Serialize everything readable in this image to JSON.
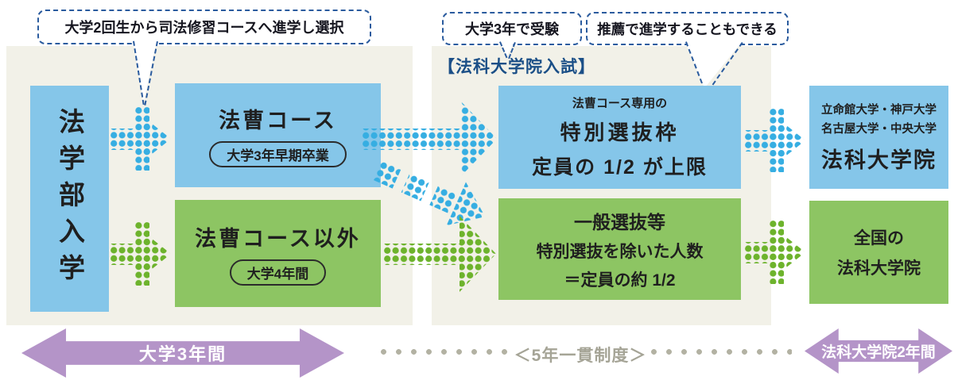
{
  "bubbles": {
    "select": "大学2回生から司法修習コースへ進学し選択",
    "exam": "大学3年で受験",
    "recommend": "推薦で進学することもできる"
  },
  "heading": "【法科大学院入試】",
  "entry_box": {
    "title": "法学部入学"
  },
  "course_boxes": {
    "law": {
      "title": "法曹コース",
      "badge": "大学3年早期卒業"
    },
    "other": {
      "title": "法曹コース以外",
      "badge": "大学4年間"
    }
  },
  "selection_boxes": {
    "special": {
      "lines": [
        "法曹コース専用の",
        "特別選抜枠",
        "定員の 1/2 が上限"
      ]
    },
    "general": {
      "lines": [
        "一般選抜等",
        "特別選抜を除いた人数",
        "＝定員の約 1/2"
      ]
    }
  },
  "school_boxes": {
    "partner": {
      "lines": [
        "立命館大学・神戸大学",
        "名古屋大学・中央大学",
        "法科大学院"
      ]
    },
    "national": {
      "lines": [
        "全国の",
        "法科大学院"
      ]
    }
  },
  "timeline": {
    "left": "大学3年間",
    "middle": "＜5年一貫制度＞",
    "right": "法科大学院2年間"
  },
  "colors": {
    "box_blue": "#85c6e9",
    "box_green": "#8dc563",
    "dot_blue": "#36aee2",
    "dot_green": "#6db32c",
    "purple": "#b494c8",
    "navy_dashed": "#2a5b9e",
    "heading_navy": "#1b4f87",
    "panel_bg": "#f2f1e8",
    "separator_gray": "#a5a496"
  }
}
